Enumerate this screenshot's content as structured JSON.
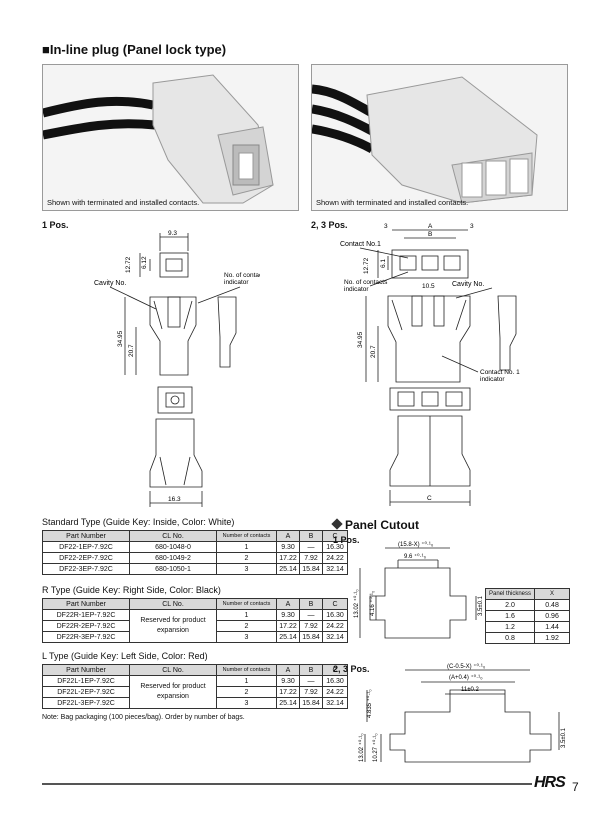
{
  "header": {
    "title": "■In-line plug (Panel lock type)"
  },
  "photos": {
    "left_caption": "Shown with terminated and installed contacts.",
    "right_caption": "Shown with terminated and installed contacts."
  },
  "drawings": {
    "left_title": "1 Pos.",
    "right_title": "2, 3 Pos.",
    "left_labels": {
      "w93": "9.3",
      "h1272": "12.72",
      "h612": "6.12",
      "cavity": "Cavity No.",
      "contacts_ind": "No. of contacts\nindicator",
      "h3495": "34.95",
      "h207": "20.7",
      "w163": "16.3"
    },
    "right_labels": {
      "d3a": "3",
      "dA": "A",
      "d3b": "3",
      "dB": "B",
      "contact1": "Contact No.1",
      "h1272": "12.72",
      "h61": "6.1",
      "contacts_ind": "No. of contacts\nindicator",
      "d105": "10.5",
      "cavity": "Cavity No.",
      "h3495": "34.95",
      "h207": "20.7",
      "contact1_ind": "Contact No. 1\nindicator",
      "dC": "C"
    }
  },
  "tables": {
    "col_headers": [
      "Part Number",
      "CL No.",
      "Number of contacts",
      "A",
      "B",
      "C"
    ],
    "standard": {
      "title": "Standard Type (Guide Key: Inside, Color: White)",
      "rows": [
        [
          "DF22-1EP-7.92C",
          "680-1048-0",
          "1",
          "9.30",
          "—",
          "16.30"
        ],
        [
          "DF22-2EP-7.92C",
          "680-1049-2",
          "2",
          "17.22",
          "7.92",
          "24.22"
        ],
        [
          "DF22-3EP-7.92C",
          "680-1050-1",
          "3",
          "25.14",
          "15.84",
          "32.14"
        ]
      ]
    },
    "r_type": {
      "title": "R Type (Guide Key: Right Side, Color: Black)",
      "cl_merged": "Reserved for product expansion",
      "rows": [
        [
          "DF22R-1EP-7.92C",
          "1",
          "9.30",
          "—",
          "16.30"
        ],
        [
          "DF22R-2EP-7.92C",
          "2",
          "17.22",
          "7.92",
          "24.22"
        ],
        [
          "DF22R-3EP-7.92C",
          "3",
          "25.14",
          "15.84",
          "32.14"
        ]
      ]
    },
    "l_type": {
      "title": "L Type (Guide Key: Left Side, Color: Red)",
      "cl_merged": "Reserved for product expansion",
      "rows": [
        [
          "DF22L-1EP-7.92C",
          "1",
          "9.30",
          "—",
          "16.30"
        ],
        [
          "DF22L-2EP-7.92C",
          "2",
          "17.22",
          "7.92",
          "24.22"
        ],
        [
          "DF22L-3EP-7.92C",
          "3",
          "25.14",
          "15.84",
          "32.14"
        ]
      ]
    },
    "note": "Note: Bag packaging (100 pieces/bag). Order by number of bags."
  },
  "panel_cutout": {
    "title": "Panel Cutout",
    "pos1_label": "1 Pos.",
    "pos23_label": "2, 3 Pos.",
    "pos1_dims": {
      "top": "(15.8-X) +0.1 0",
      "inner": "9.6 +0.1 0",
      "right": "3.5±0.1",
      "left1": "13.02 +0.1 0",
      "left2": "4.16 +0.1 0"
    },
    "pos23_dims": {
      "top": "(C-0.5-X) +0.1 0",
      "mid": "(A+0.4) +0.1 0",
      "inner": "11±0.2",
      "right": "3.5±0.1",
      "left1": "4.835 +0.1 0",
      "left2": "13.02 +0.1 0",
      "left3": "10.27 +0.1 0"
    },
    "thickness_table": {
      "headers": [
        "Panel thickness",
        "X"
      ],
      "rows": [
        [
          "2.0",
          "0.48"
        ],
        [
          "1.6",
          "0.96"
        ],
        [
          "1.2",
          "1.44"
        ],
        [
          "0.8",
          "1.92"
        ]
      ]
    }
  },
  "footer": {
    "logo": "HRS",
    "page": "7"
  }
}
